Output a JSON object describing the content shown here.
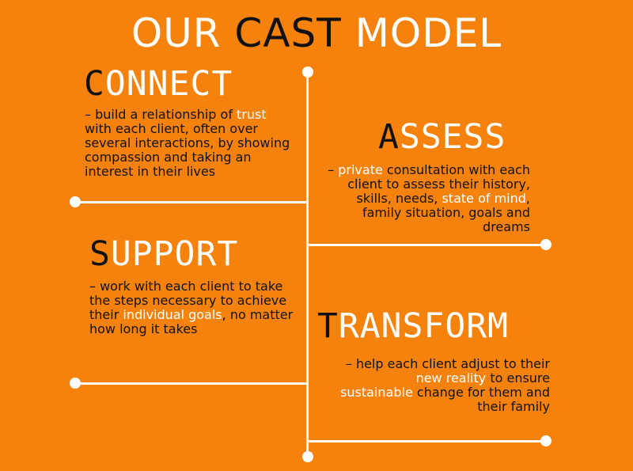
{
  "title": {
    "part1": "OUR ",
    "part2": "CAST",
    "part3": " MODEL"
  },
  "stages": {
    "connect": {
      "initial": "C",
      "rest": "ONNECT",
      "text": [
        {
          "t": "– build a relationship of "
        },
        {
          "t": "trust",
          "hl": true
        },
        {
          "t": " with each client, often over several interactions, by showing compassion and taking an interest in their lives"
        }
      ]
    },
    "assess": {
      "initial": "A",
      "rest": "SSESS",
      "text": [
        {
          "t": "– "
        },
        {
          "t": "private",
          "hl": true
        },
        {
          "t": " consultation with each client to assess their history, skills, needs, "
        },
        {
          "t": "state of mind",
          "hl": true
        },
        {
          "t": ", family situation, goals and dreams"
        }
      ]
    },
    "support": {
      "initial": "S",
      "rest": "UPPORT",
      "text": [
        {
          "t": "– work with each client to take the steps necessary to achieve their "
        },
        {
          "t": "individual goals",
          "hl": true
        },
        {
          "t": ", no matter how long it takes"
        }
      ]
    },
    "transform": {
      "initial": "T",
      "rest": "RANSFORM",
      "text": [
        {
          "t": "– help each client adjust to their "
        },
        {
          "t": "new reality",
          "hl": true
        },
        {
          "t": " to ensure "
        },
        {
          "t": "sustainable",
          "hl": true
        },
        {
          "t": " change for them and their family"
        }
      ]
    }
  },
  "colors": {
    "background": "#F5820D",
    "accent": "#ffffff",
    "text": "#111111"
  }
}
